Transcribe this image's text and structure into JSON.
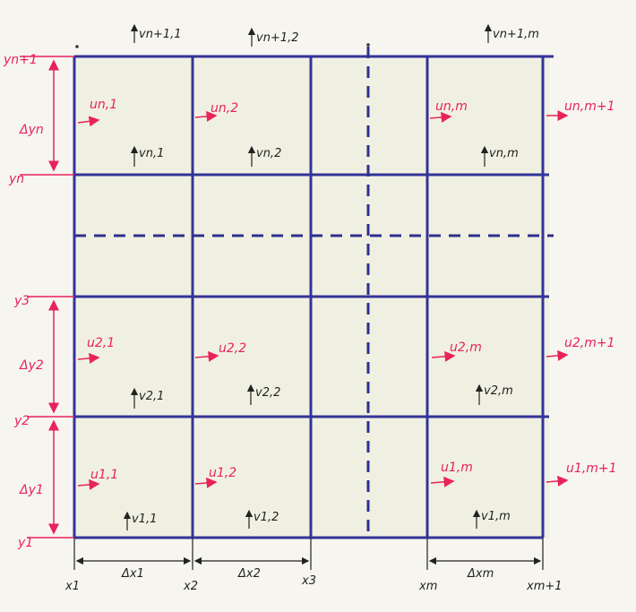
{
  "x_labels": [
    "x1",
    "x2",
    "x3",
    "xm",
    "xm+1"
  ],
  "y_labels": [
    "y1",
    "y2",
    "y3",
    "yn",
    "yn+1"
  ],
  "dx_labels": [
    "Δx1",
    "Δx2",
    "Δxm"
  ],
  "dy_labels": [
    "Δy1",
    "Δy2",
    "Δyn"
  ],
  "u_labels": {
    "row_n": [
      "un,1",
      "un,2",
      "un,m",
      "un,m+1"
    ],
    "row_2": [
      "u2,1",
      "u2,2",
      "u2,m",
      "u2,m+1"
    ],
    "row_1": [
      "u1,1",
      "u1,2",
      "u1,m",
      "u1,m+1"
    ]
  },
  "v_labels": {
    "row_top": [
      "vn+1,1",
      "vn+1,2",
      "vn+1,m"
    ],
    "row_n": [
      "vn,1",
      "vn,2",
      "vn,m"
    ],
    "row_2": [
      "v2,1",
      "v2,2",
      "v2,m"
    ],
    "row_1": [
      "v1,1",
      "v1,2",
      "v1,m"
    ]
  },
  "colors": {
    "grid": "#33339a",
    "u_velocity": "#e8235a",
    "dimension": "#e8235a",
    "v_velocity": "#222222",
    "background": "#f6f5ef"
  }
}
